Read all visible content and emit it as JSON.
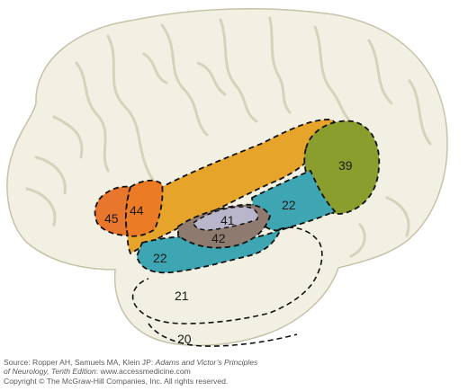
{
  "figure": {
    "areas": [
      {
        "id": "45",
        "label": "45",
        "color": "#e8762c"
      },
      {
        "id": "44",
        "label": "44",
        "color": "#ec7b26"
      },
      {
        "id": "39",
        "label": "39",
        "color": "#8a9e2e"
      },
      {
        "id": "22_upper",
        "label": "22",
        "color": "#3ea6b3"
      },
      {
        "id": "41",
        "label": "41",
        "color": "#b9b6cc"
      },
      {
        "id": "42",
        "label": "42",
        "color": "#8f7a70"
      },
      {
        "id": "22_lower",
        "label": "22",
        "color": "#3ea6b3"
      },
      {
        "id": "21",
        "label": "21",
        "color": "none"
      },
      {
        "id": "20",
        "label": "20",
        "color": "none"
      }
    ],
    "colors": {
      "cortex": "#f2f0e2",
      "cortex_outline": "#c6c2a8",
      "sulcus": "#d6d2bb",
      "supramarginal": "#e6a52a",
      "boundary_dash": "#111111"
    }
  },
  "credits": {
    "line1_prefix": "Source: Ropper AH, Samuels MA, Klein JP: ",
    "line1_title": "Adams and Victor’s Principles",
    "line2_title": "of Neurology, Tenth Edition",
    "line2_suffix": ": www.accessmedicine.com",
    "line3": "Copyright © The McGraw-Hill Companies, Inc. All rights reserved."
  }
}
